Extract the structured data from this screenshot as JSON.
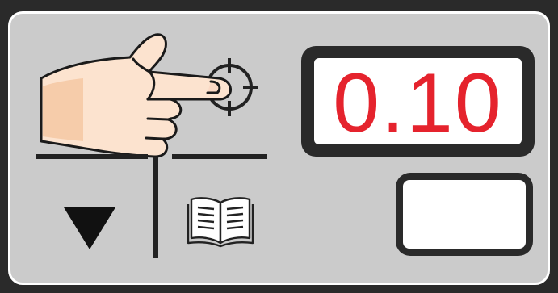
{
  "panel": {
    "display": {
      "value": "0.10"
    },
    "secondary_display": {
      "value": ""
    },
    "buttons": [
      {
        "name": "target",
        "icon": "crosshair-icon"
      },
      {
        "name": "down",
        "icon": "triangle-down-icon"
      },
      {
        "name": "manual",
        "icon": "book-icon"
      }
    ],
    "hand_icon": "pointing-hand-icon"
  },
  "colors": {
    "frame": "#2a2a2a",
    "panel": "#cbcbcb",
    "display_digits": "#e5232d",
    "display_bg": "#ffffff"
  }
}
